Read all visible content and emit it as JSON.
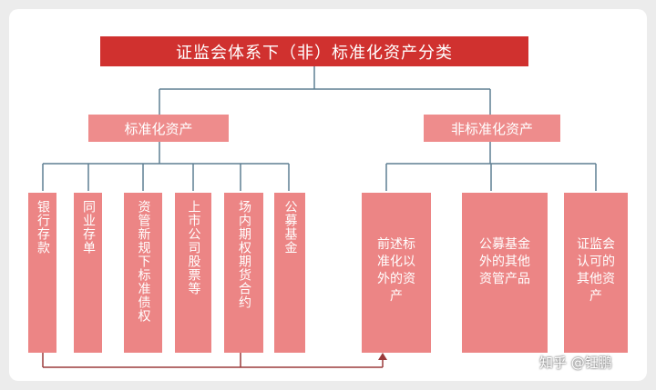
{
  "title": "证监会体系下（非）标准化资产分类",
  "standard": {
    "label": "标准化资产",
    "items": [
      "银行存款",
      "同业存单",
      "资管新规下标准债权",
      "上市公司股票等",
      "场内期权期货合约",
      "公募基金"
    ]
  },
  "nonstandard": {
    "label": "非标准化资产",
    "items": [
      "前述标\n准化以\n外的资\n产",
      "公募基金\n外的其他\n资管产品",
      "证监会\n认可的\n其他资\n产"
    ]
  },
  "watermark": "知乎 @钰鹏",
  "colors": {
    "title_bg": "#d0312f",
    "category_bg": "#ee8c8c",
    "leaf_bg": "#ec8585",
    "line": "#5e7f92",
    "arrow": "#9b3b3b"
  }
}
